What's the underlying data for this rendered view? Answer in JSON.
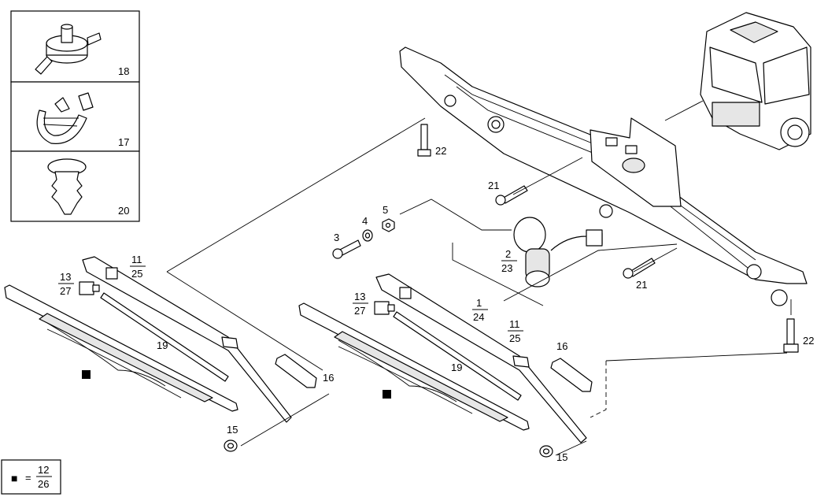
{
  "inset_panels": [
    {
      "number": "18"
    },
    {
      "number": "17"
    },
    {
      "number": "20"
    }
  ],
  "callouts": {
    "c1": {
      "num": "1",
      "den": "24"
    },
    "c2": {
      "num": "2",
      "den": "23"
    },
    "c3": "3",
    "c4": "4",
    "c5": "5",
    "c11a": {
      "num": "11",
      "den": "25"
    },
    "c11b": {
      "num": "11",
      "den": "25"
    },
    "c13a": {
      "num": "13",
      "den": "27"
    },
    "c13b": {
      "num": "13",
      "den": "27"
    },
    "c15a": "15",
    "c15b": "15",
    "c16a": "16",
    "c16b": "16",
    "c19a": "19",
    "c19b": "19",
    "c21a": "21",
    "c21b": "21",
    "c22a": "22",
    "c22b": "22"
  },
  "legend": {
    "symbol": "■",
    "equals": "=",
    "num": "12",
    "den": "26"
  }
}
